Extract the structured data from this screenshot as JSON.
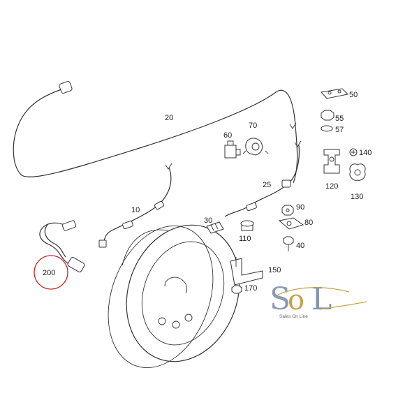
{
  "diagram": {
    "parts": [
      {
        "id": "p20",
        "label": "20"
      },
      {
        "id": "p50",
        "label": "50"
      },
      {
        "id": "p55",
        "label": "55"
      },
      {
        "id": "p57",
        "label": "57"
      },
      {
        "id": "p60",
        "label": "60"
      },
      {
        "id": "p70",
        "label": "70"
      },
      {
        "id": "p140",
        "label": "140"
      },
      {
        "id": "p120",
        "label": "120"
      },
      {
        "id": "p130",
        "label": "130"
      },
      {
        "id": "p25",
        "label": "25"
      },
      {
        "id": "p90",
        "label": "90"
      },
      {
        "id": "p10",
        "label": "10"
      },
      {
        "id": "p30",
        "label": "30"
      },
      {
        "id": "p80",
        "label": "80"
      },
      {
        "id": "p110",
        "label": "110"
      },
      {
        "id": "p40",
        "label": "40"
      },
      {
        "id": "p150",
        "label": "150"
      },
      {
        "id": "p170",
        "label": "170"
      },
      {
        "id": "p200",
        "label": "200"
      }
    ],
    "highlight_color": "#cc2222"
  },
  "logo": {
    "text": "SoL",
    "tagline": "Sales On Line",
    "colors": {
      "s": "#8a9bb8",
      "o": "#c9a04a",
      "l": "#7f93b3"
    }
  }
}
